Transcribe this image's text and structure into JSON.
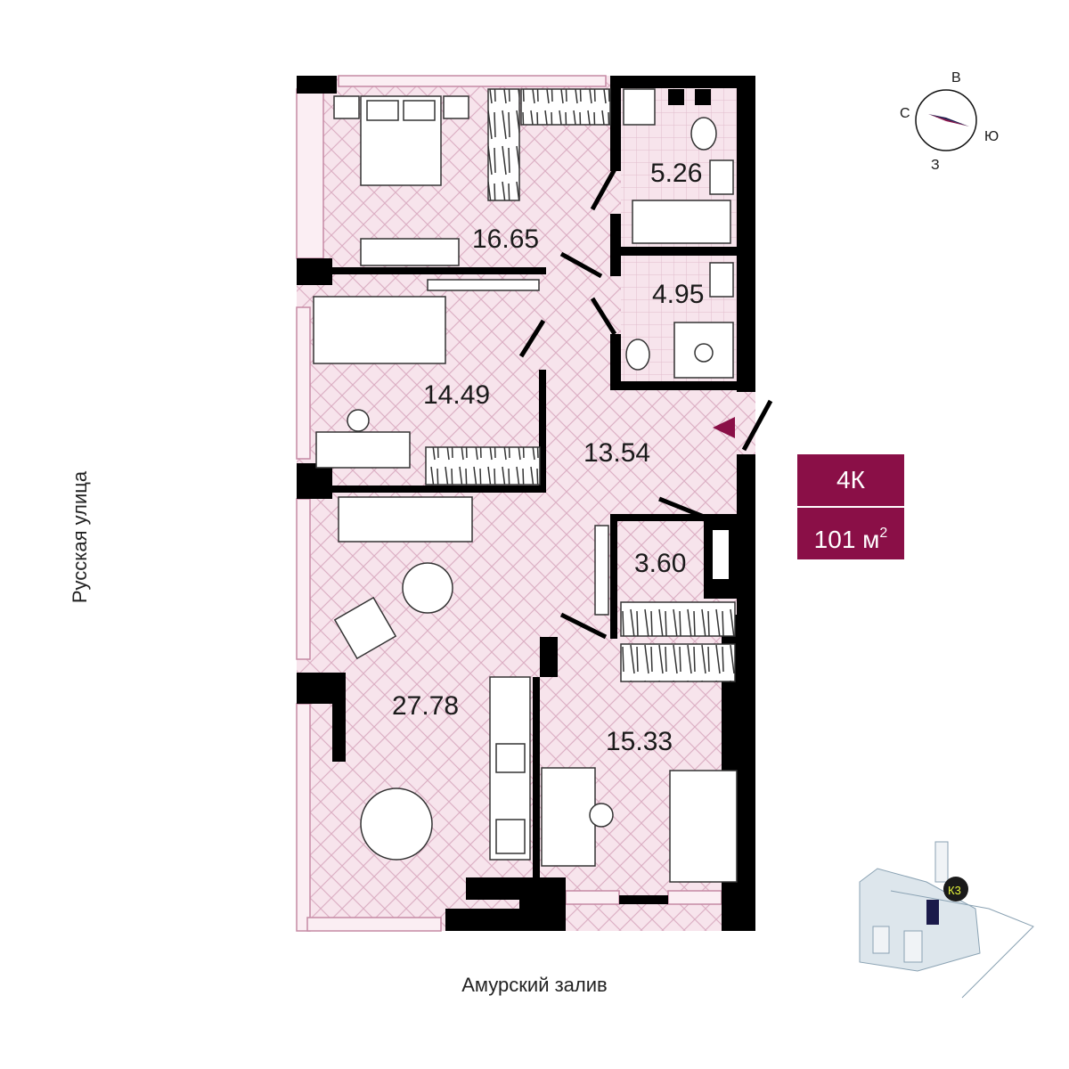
{
  "apartment": {
    "type": "4К",
    "area_value": "101 м",
    "area_sup": "2"
  },
  "rooms": [
    {
      "id": "bedroom-1",
      "area": "16.65"
    },
    {
      "id": "bathroom-1",
      "area": "5.26"
    },
    {
      "id": "bathroom-2",
      "area": "4.95"
    },
    {
      "id": "bedroom-2",
      "area": "14.49"
    },
    {
      "id": "hallway",
      "area": "13.54"
    },
    {
      "id": "storage",
      "area": "3.60"
    },
    {
      "id": "living-kitchen",
      "area": "27.78"
    },
    {
      "id": "bedroom-3",
      "area": "15.33"
    }
  ],
  "streets": {
    "west": "Русская улица",
    "south": "Амурский залив"
  },
  "compass": {
    "north": "С",
    "east": "В",
    "south": "Ю",
    "west": "З"
  },
  "site_plan": {
    "building_label": "К3"
  },
  "colors": {
    "wall": "#000000",
    "floor": "#f7e4ec",
    "floor_pattern": "#d9a9bf",
    "accent": "#8a0f47",
    "building_marker": "#e5f53a"
  }
}
